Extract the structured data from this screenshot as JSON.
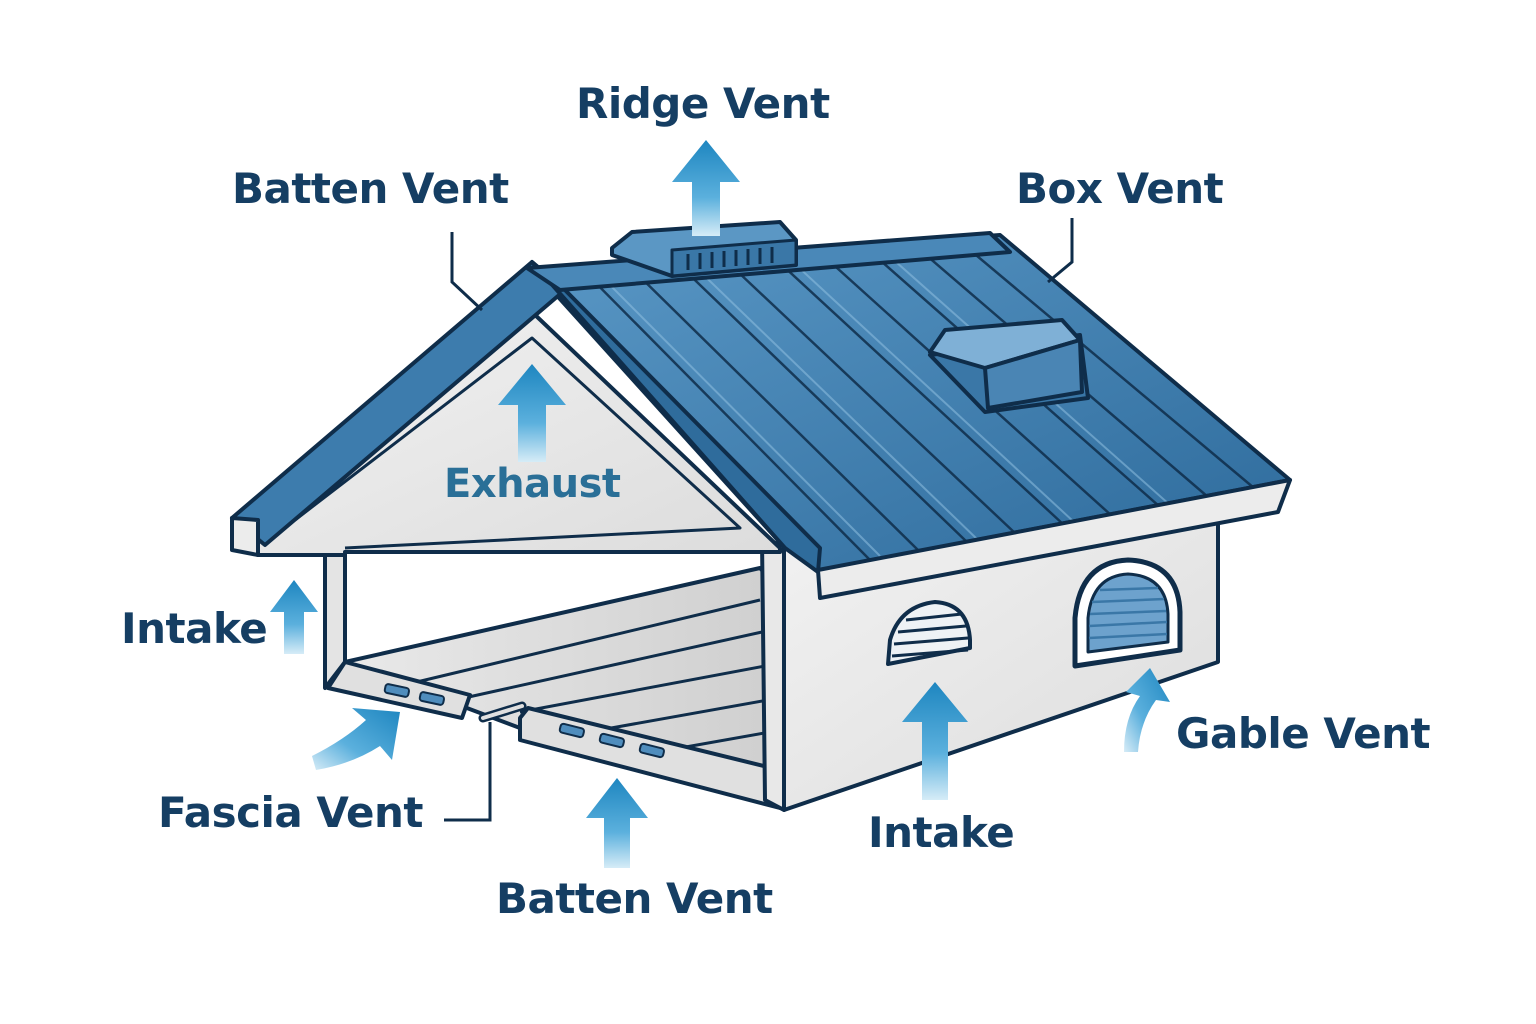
{
  "labels": {
    "ridge_vent": "Ridge Vent",
    "batten_vent_top": "Batten Vent",
    "box_vent": "Box Vent",
    "exhaust": "Exhaust",
    "intake_left": "Intake",
    "fascia_vent": "Fascia Vent",
    "batten_vent_bottom": "Batten Vent",
    "intake_right": "Intake",
    "gable_vent": "Gable Vent"
  },
  "colors": {
    "label_text": "#153e63",
    "exhaust_text": "#2a6f97",
    "outline": "#0f2d4a",
    "roof_light": "#4f8dbd",
    "roof_dark": "#2c6797",
    "wall": "#eeeeee",
    "arrow": "#1e86c0"
  }
}
